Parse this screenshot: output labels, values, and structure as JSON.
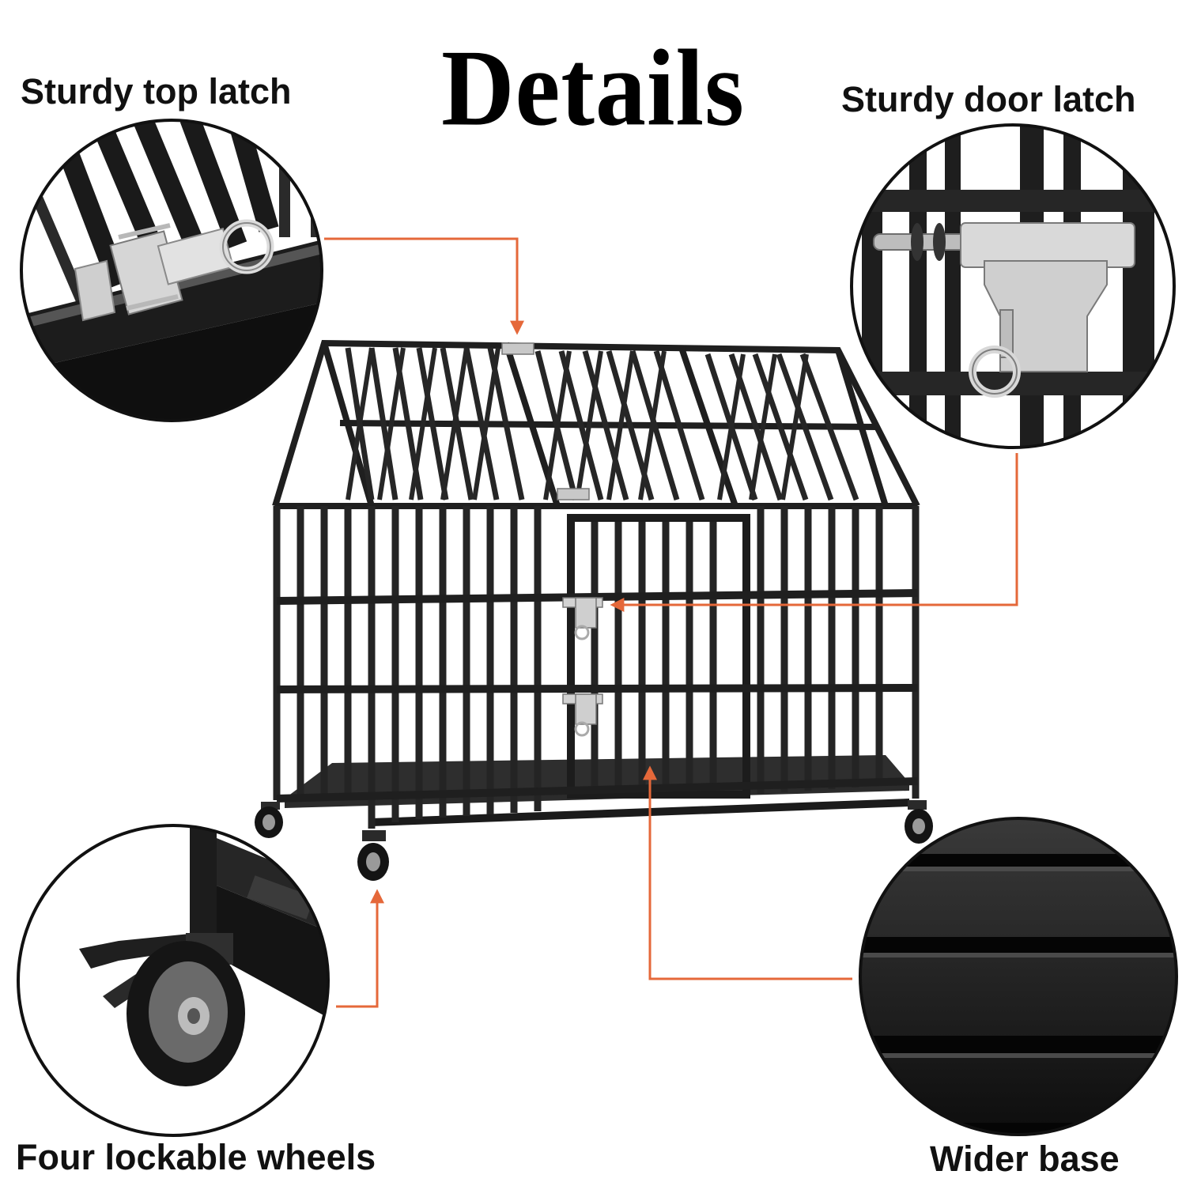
{
  "title": "Details",
  "callouts": {
    "top_latch": "Sturdy top latch",
    "door_latch": "Sturdy door latch",
    "wheels": "Four lockable wheels",
    "base": "Wider base"
  },
  "colors": {
    "arrow": "#e5683a",
    "frame": "#1f1f1f",
    "latch": "#c8c8c8",
    "circle_border": "#111111"
  }
}
